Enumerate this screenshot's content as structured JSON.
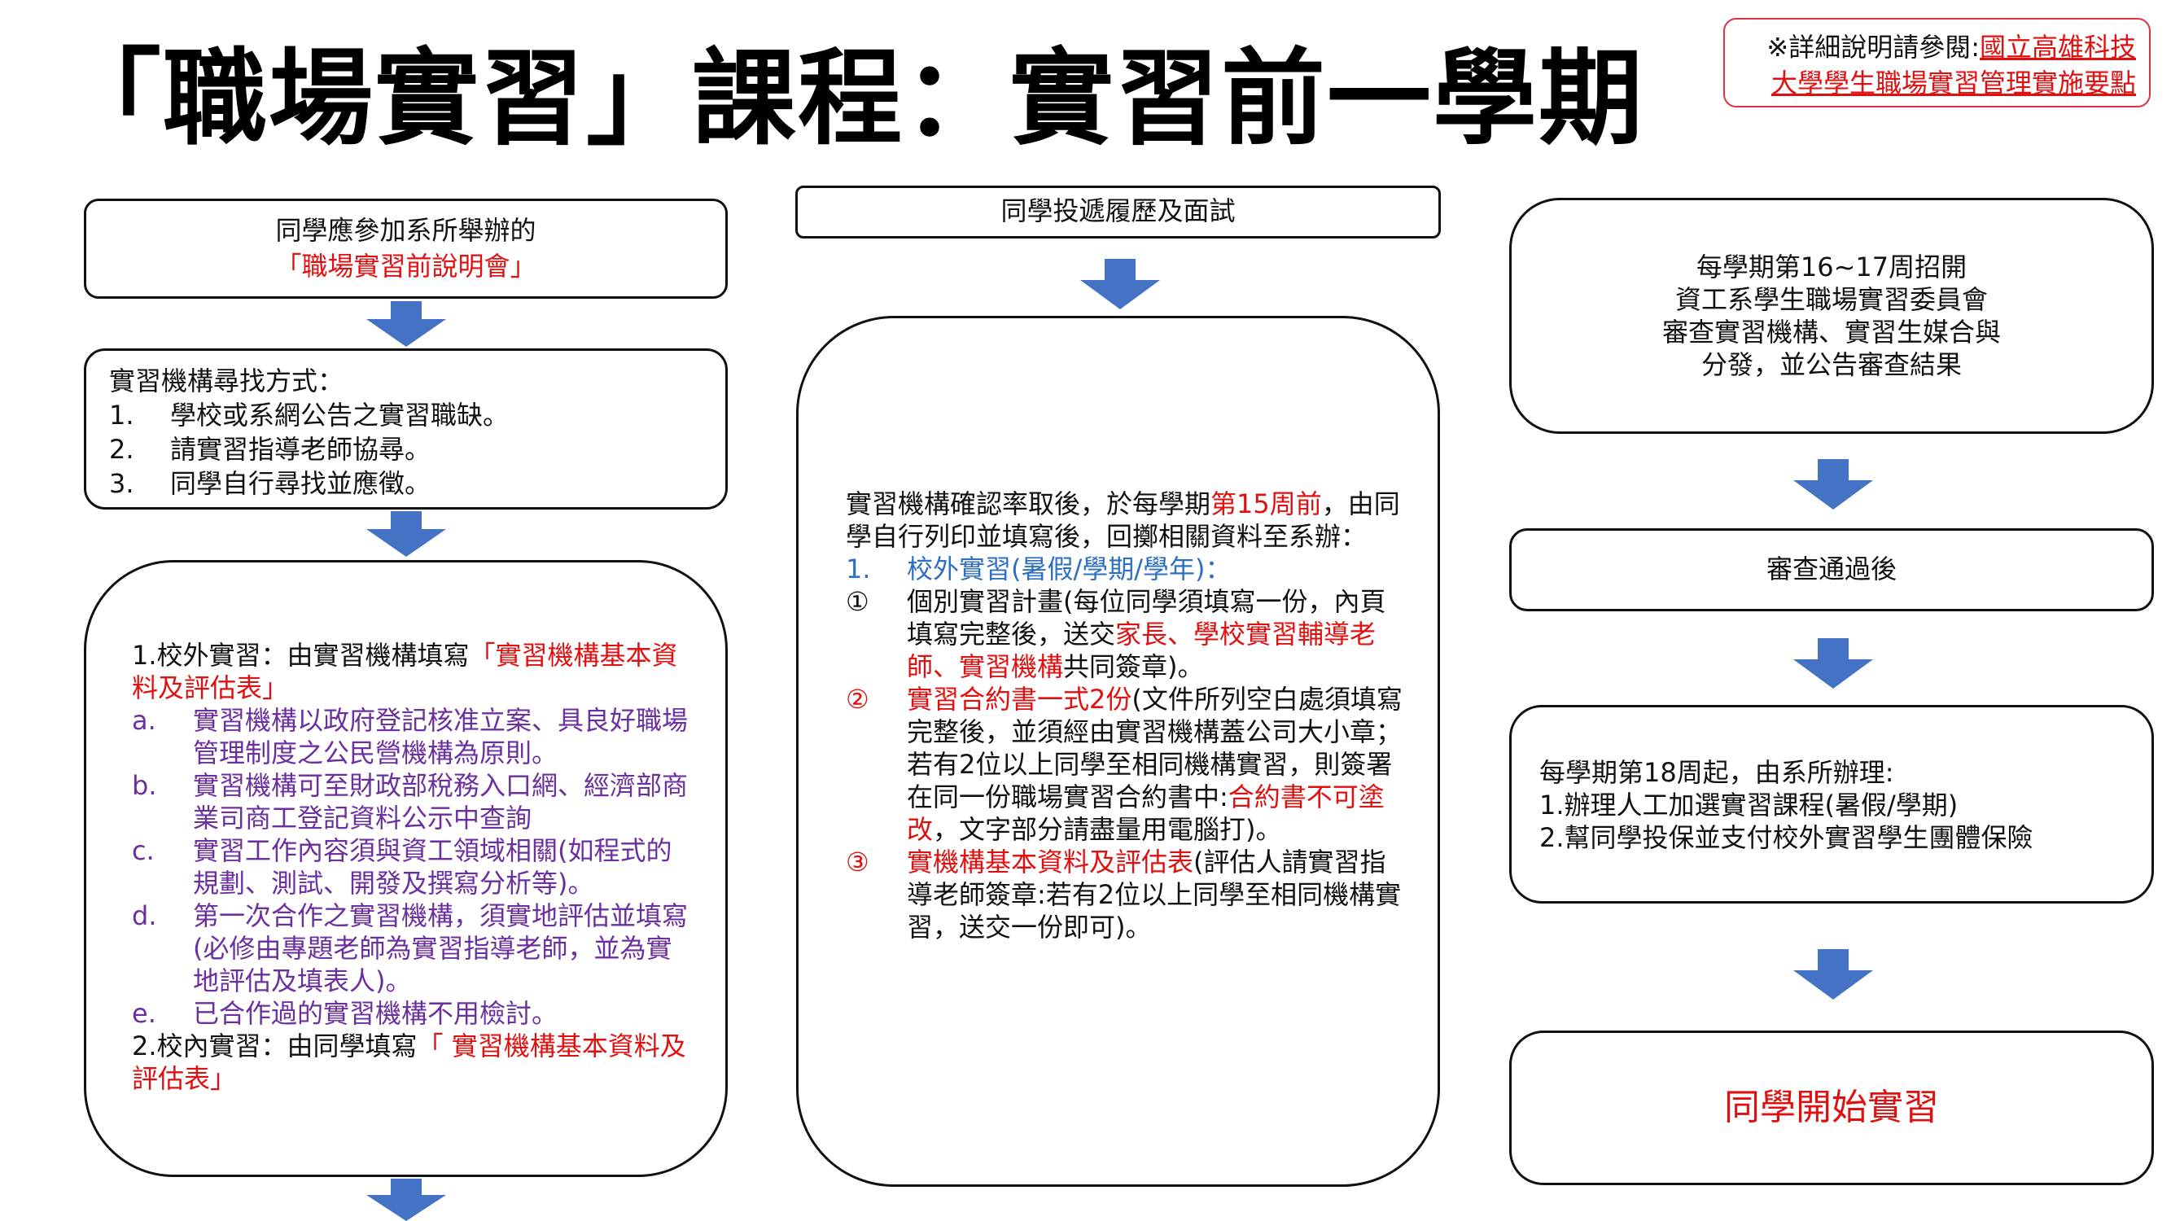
{
  "title": "「職場實習」課程：實習前一學期",
  "note": {
    "prefix": "※詳細說明請參閱:",
    "link_line1": "國立高雄科技",
    "link_line2": "大學學生職場實習管理實施要點"
  },
  "col1": {
    "box1": {
      "line1": "同學應參加系所舉辦的",
      "line2": "「職場實習前說明會」"
    },
    "box2": {
      "heading": "實習機構尋找方式：",
      "items": [
        {
          "num": "1.",
          "text": "學校或系網公告之實習職缺。"
        },
        {
          "num": "2.",
          "text": "請實習指導老師協尋。"
        },
        {
          "num": "3.",
          "text": "同學自行尋找並應徵。"
        }
      ]
    },
    "box3": {
      "p1_prefix": "1.校外實習：由實習機構填寫",
      "p1_red": "「實習機構基本資料及評估表」",
      "items": [
        {
          "num": "a.",
          "text": "實習機構以政府登記核准立案、具良好職場管理制度之公民營機構為原則。"
        },
        {
          "num": "b.",
          "text": "實習機構可至財政部稅務入口網、經濟部商業司商工登記資料公示中查詢"
        },
        {
          "num": "c.",
          "text": "實習工作內容須與資工領域相關(如程式的規劃、測試、開發及撰寫分析等)。"
        },
        {
          "num": "d.",
          "text": "第一次合作之實習機構，須實地評估並填寫(必修由專題老師為實習指導老師，並為實地評估及填表人)。"
        },
        {
          "num": "e.",
          "text": "已合作過的實習機構不用檢討。"
        }
      ],
      "p2_prefix": "2.校內實習：由同學填寫",
      "p2_red": "「 實習機構基本資料及評估表」"
    }
  },
  "col2": {
    "box1": "同學投遞履歷及面試",
    "box2": {
      "intro_a": "實習機構確認率取後，於每學期",
      "intro_red": "第15周前",
      "intro_b": "，由同學自行列印並填寫後，回擲相關資料至系辦：",
      "sub_num": "1.",
      "sub_title": "校外實習(暑假/學期/學年)：",
      "item1_num": "①",
      "item1_a": "個別實習計畫(每位同學須填寫一份，內頁填寫完整後，送交",
      "item1_red": "家長、學校實習輔導老師、實習機構",
      "item1_b": "共同簽章)。",
      "item2_num": "②",
      "item2_red1": "實習合約書一式2份",
      "item2_a": "(文件所列空白處須填寫完整後，並須經由實習機構蓋公司大小章；若有2位以上同學至相同機構實習，則簽署在同一份職場實習合約書中:",
      "item2_red2": "合約書不可塗改",
      "item2_b": "，文字部分請盡量用電腦打)。",
      "item3_num": "③",
      "item3_red": "實機構基本資料及評估表",
      "item3_a": "(評估人請實習指導老師簽章:若有2位以上同學至相同機構實習，送交一份即可)。"
    }
  },
  "col3": {
    "box1": {
      "line1": "每學期第16~17周招開",
      "line2": "資工系學生職場實習委員會",
      "line3": "審查實習機構、實習生媒合與",
      "line4": "分發，並公告審查結果"
    },
    "box2": "審查通過後",
    "box3": {
      "line1": "每學期第18周起，由系所辦理:",
      "line2": "1.辦理人工加選實習課程(暑假/學期)",
      "line3": "2.幫同學投保並支付校外實習學生團體保險"
    },
    "box4": "同學開始實習"
  },
  "colors": {
    "arrow": "#4472c4",
    "red": "#e01010",
    "blue": "#2e6fc2",
    "purple": "#6b2fa0"
  }
}
